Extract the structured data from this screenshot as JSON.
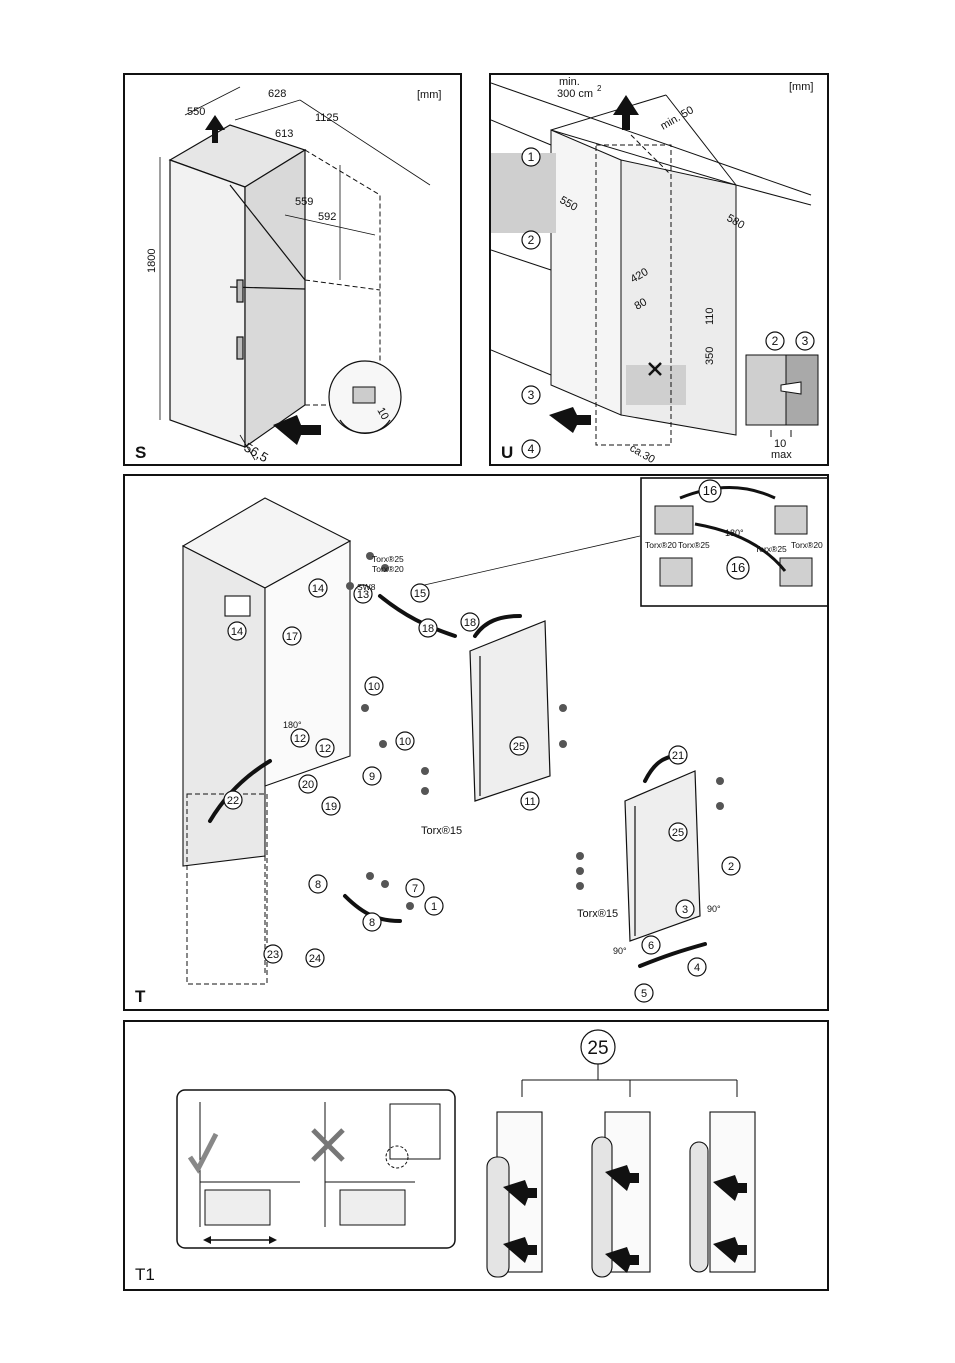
{
  "panels": {
    "s": {
      "letter": "S",
      "unit": "[mm]",
      "dims": {
        "d550": "550",
        "d628": "628",
        "d1125": "1125",
        "d613": "613",
        "d559": "559",
        "d592": "592",
        "d1800": "1800",
        "d56": "56,5",
        "d10": "10"
      }
    },
    "u": {
      "letter": "U",
      "unit": "[mm]",
      "min_area": "min.",
      "min_area_value": "300 cm",
      "min_area_sup": "2",
      "min50": "min. 50",
      "dims": {
        "d550": "550",
        "d580": "580",
        "d420": "420",
        "d80": "80",
        "d110": "110",
        "d350": "350",
        "ca30": "ca.30",
        "d10": "10",
        "max": "max"
      },
      "callouts": [
        "1",
        "2",
        "3",
        "4"
      ],
      "detail_callouts": [
        "2",
        "3"
      ]
    },
    "t": {
      "letter": "T",
      "torx_labels": {
        "t25": "Torx®25",
        "t20": "Torx®20",
        "t15a": "Torx®15",
        "t15b": "Torx®15",
        "sw8": "SW8"
      },
      "inset_torx": {
        "a": "Torx®20",
        "b": "Torx®25",
        "c": "Torx®25",
        "d": "Torx®20"
      },
      "angles": {
        "a180a": "180°",
        "a180b": "180°",
        "a90a": "90°",
        "a90b": "90°"
      },
      "callouts": [
        "14",
        "14",
        "17",
        "15",
        "13",
        "18",
        "18",
        "10",
        "10",
        "12",
        "12",
        "9",
        "20",
        "19",
        "22",
        "25",
        "11",
        "21",
        "25",
        "2",
        "3",
        "6",
        "4",
        "5",
        "8",
        "7",
        "1",
        "8",
        "23",
        "24",
        "16",
        "16"
      ]
    },
    "t1": {
      "letter": "T1",
      "callout": "25"
    }
  }
}
